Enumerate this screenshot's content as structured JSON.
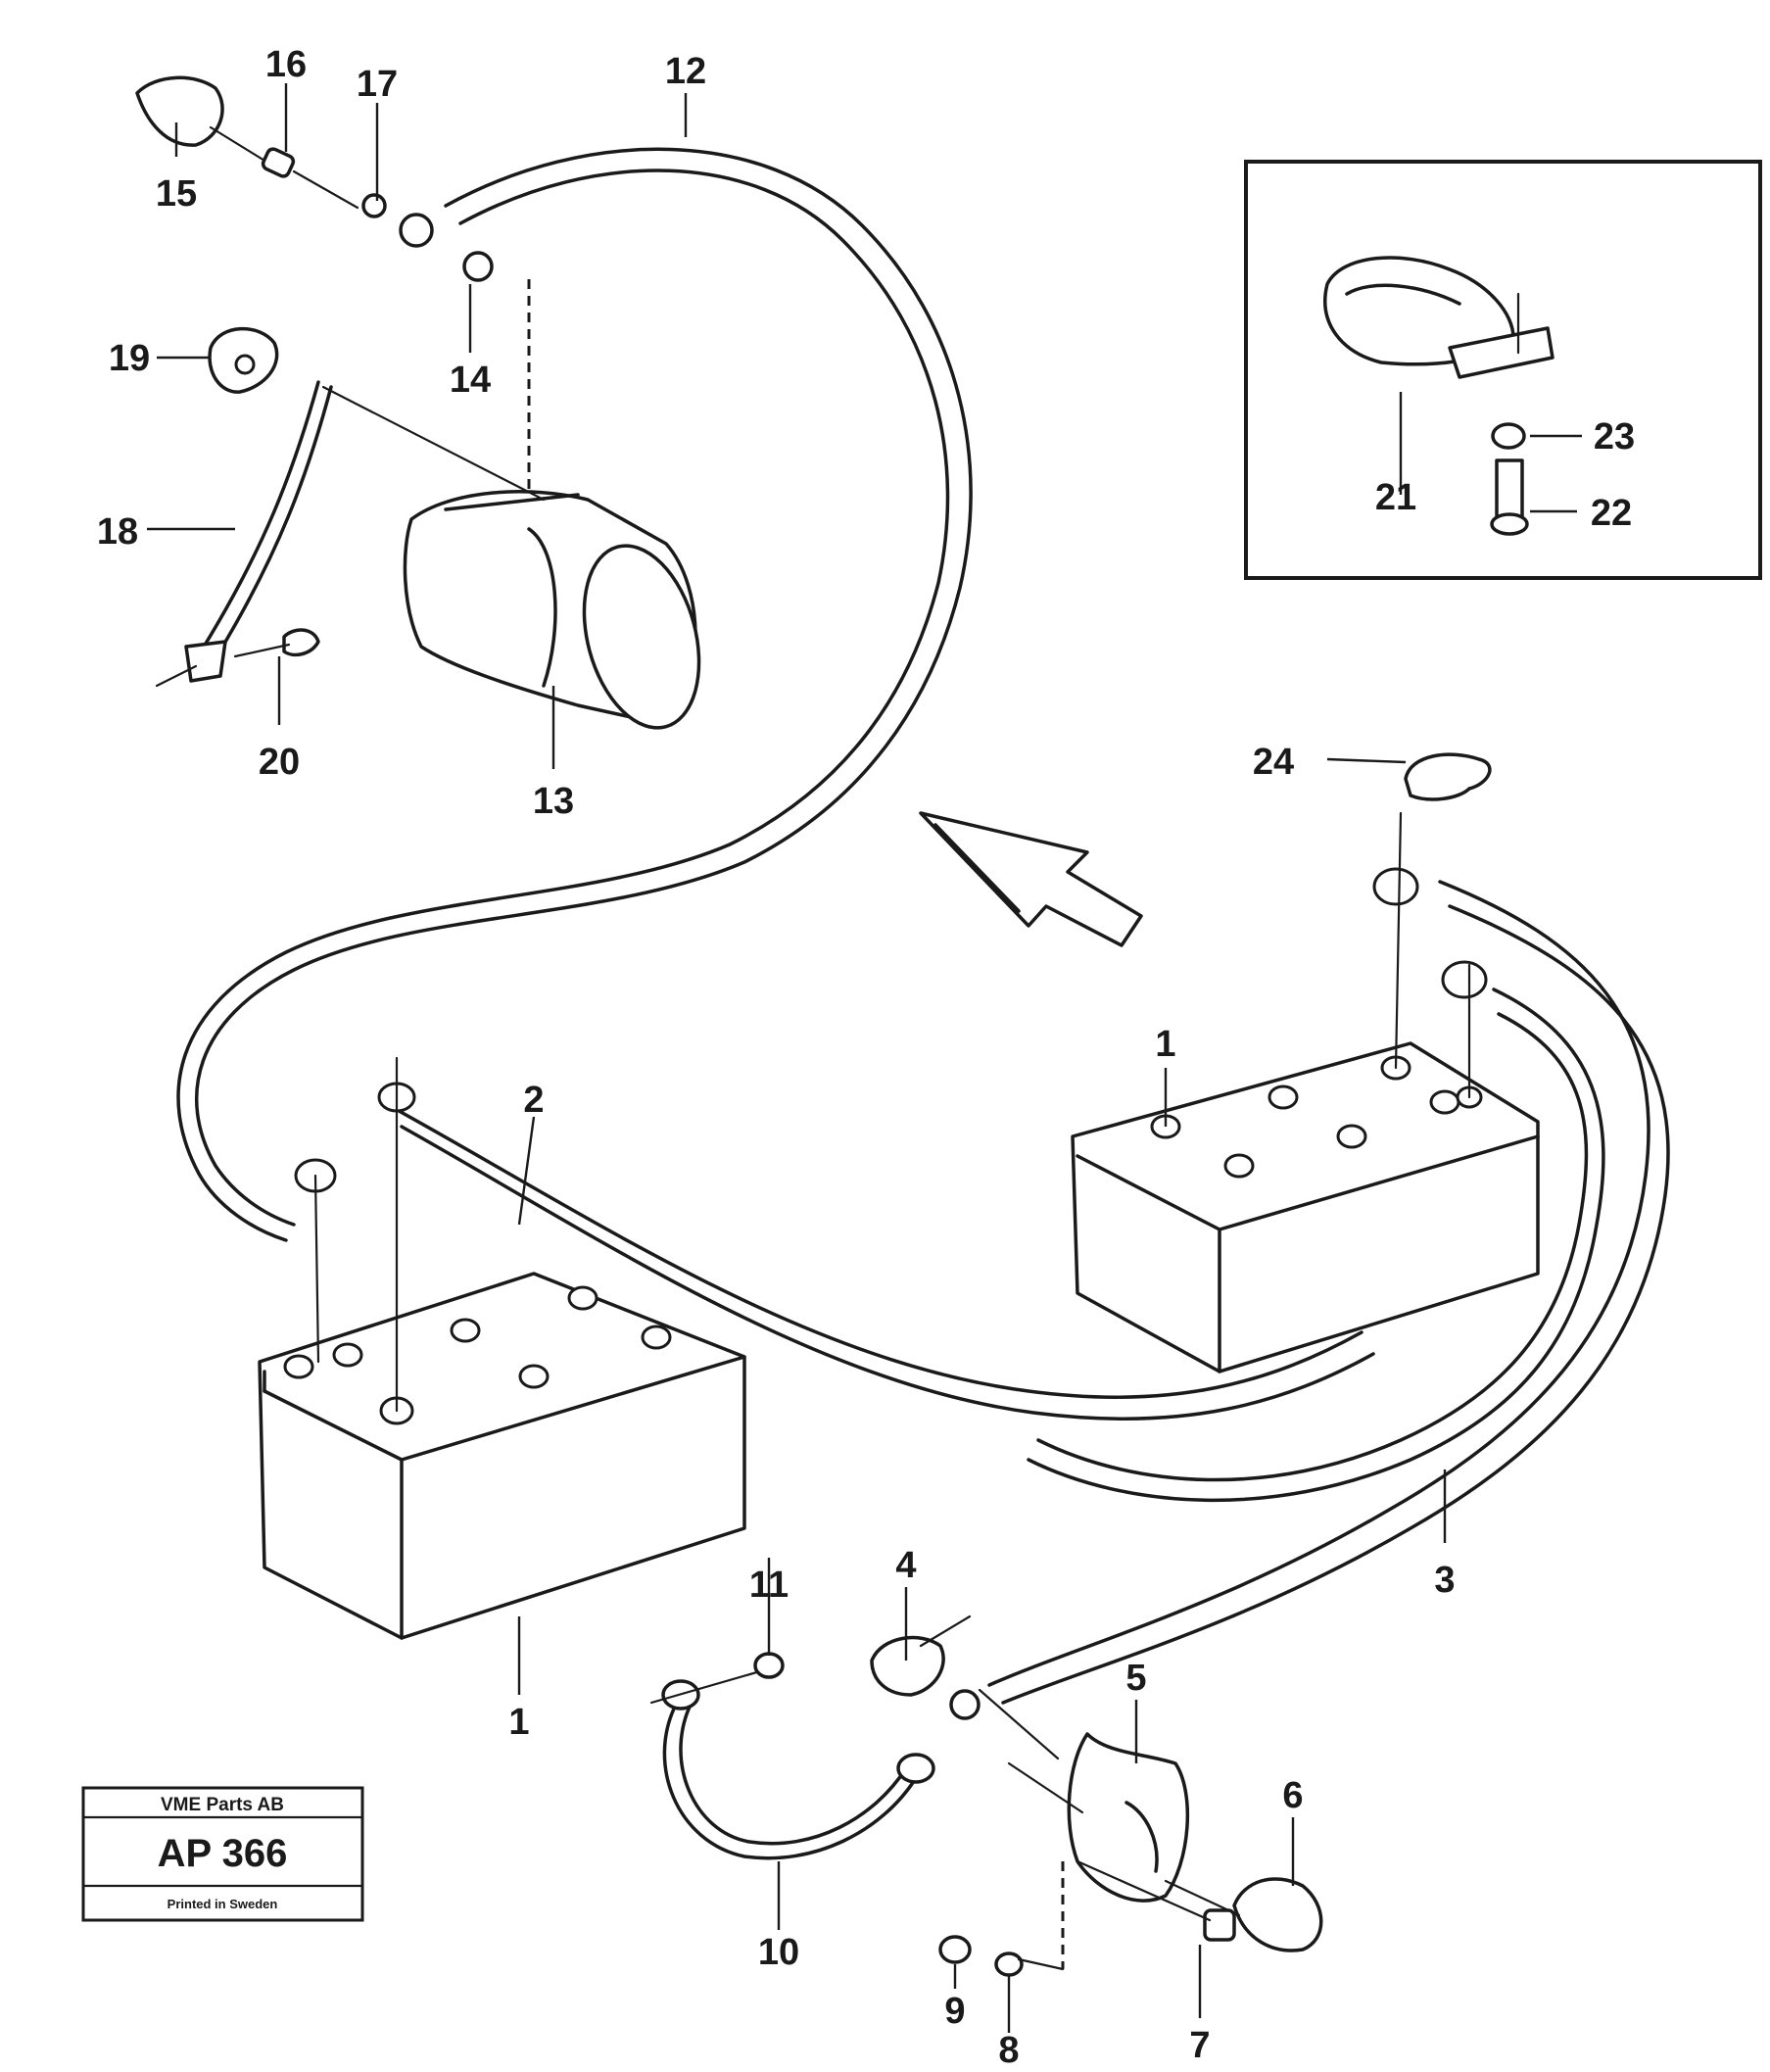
{
  "stamp": {
    "company": "VME Parts AB",
    "code": "AP 366",
    "note": "Printed in Sweden"
  },
  "labels": {
    "p1_left": "1",
    "p1_right": "1",
    "p2": "2",
    "p3": "3",
    "p4": "4",
    "p5": "5",
    "p6": "6",
    "p7": "7",
    "p8": "8",
    "p9": "9",
    "p10": "10",
    "p11": "11",
    "p12": "12",
    "p13": "13",
    "p14": "14",
    "p15": "15",
    "p16": "16",
    "p17": "17",
    "p18": "18",
    "p19": "19",
    "p20": "20",
    "p21": "21",
    "p22": "22",
    "p23": "23",
    "p24": "24"
  }
}
